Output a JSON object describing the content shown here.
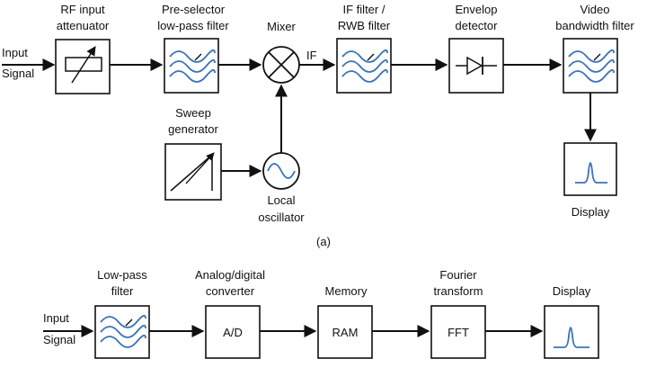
{
  "diagram_a": {
    "input_label": [
      "Input",
      "Signal"
    ],
    "rf_attenuator": [
      "RF input",
      "attenuator"
    ],
    "preselector": [
      "Pre-selector",
      "low-pass filter"
    ],
    "mixer": "Mixer",
    "if_label": "IF",
    "if_filter": [
      "IF filter /",
      "RWB filter"
    ],
    "envelope": [
      "Envelop",
      "detector"
    ],
    "video_filter": [
      "Video",
      "bandwidth filter"
    ],
    "sweep": [
      "Sweep",
      "generator"
    ],
    "local_osc": [
      "Local",
      "oscillator"
    ],
    "display": "Display",
    "caption": "(a)"
  },
  "diagram_b": {
    "input_label": [
      "Input",
      "Signal"
    ],
    "lowpass": [
      "Low-pass",
      "filter"
    ],
    "adc": [
      "Analog/digital",
      "converter"
    ],
    "adc_box": "A/D",
    "memory": "Memory",
    "ram_box": "RAM",
    "fourier": [
      "Fourier",
      "transform"
    ],
    "fft_box": "FFT",
    "display": "Display"
  },
  "colors": {
    "line": "#111111",
    "waveform": "#3b73b9"
  }
}
